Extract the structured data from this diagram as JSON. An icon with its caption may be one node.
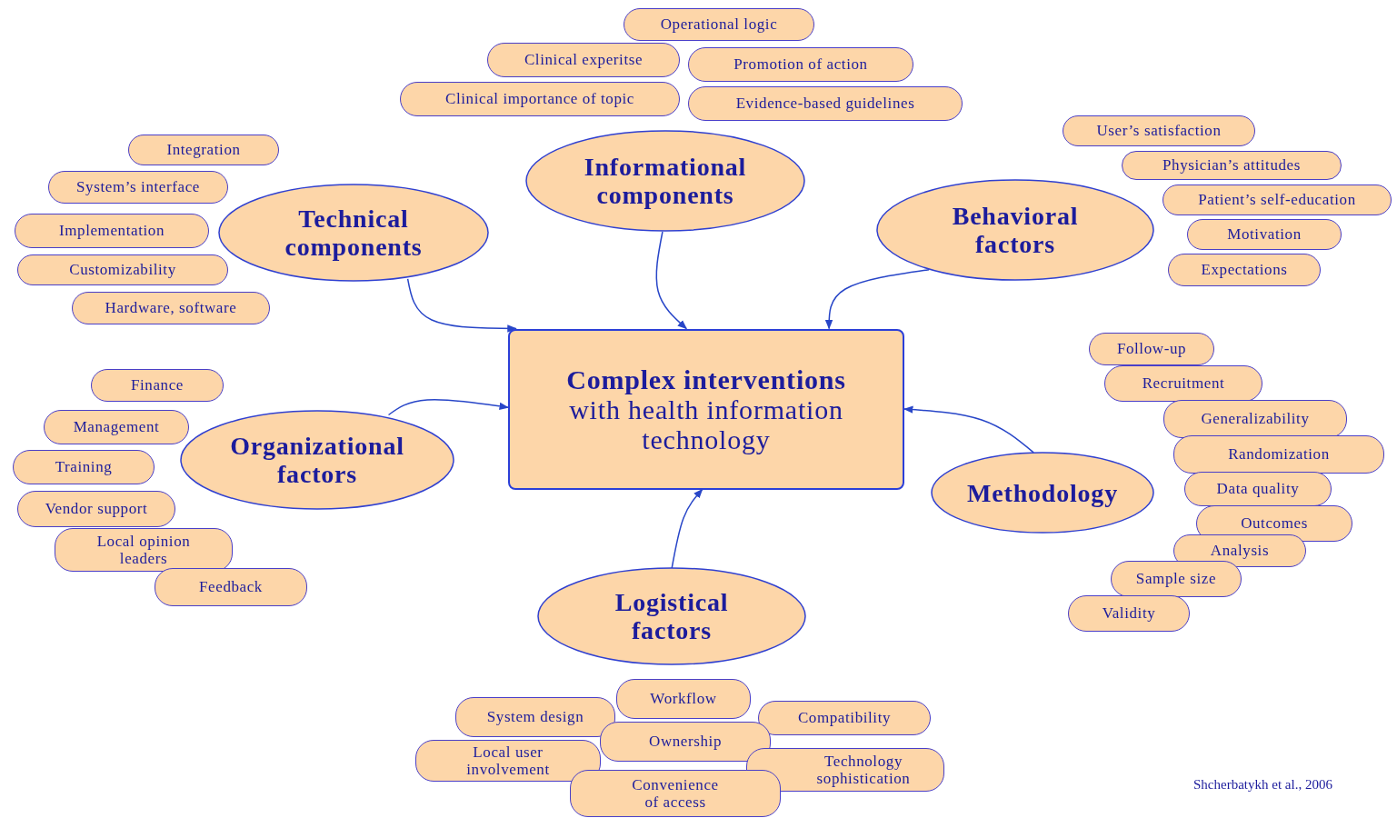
{
  "diagram": {
    "nodes": [
      {
        "text": [
          "Complex interventions",
          "with health information technology"
        ]
      },
      {
        "text": [
          "Informational components"
        ]
      },
      {
        "text": [
          "Technical components"
        ]
      },
      {
        "text": [
          "Behavioral factors"
        ]
      },
      {
        "text": [
          "Organizational factors"
        ]
      },
      {
        "text": [
          "Methodology"
        ]
      },
      {
        "text": [
          "Logistical factors"
        ]
      },
      {
        "text": [
          "Operational logic"
        ]
      },
      {
        "text": [
          "Clinical experitse"
        ]
      },
      {
        "text": [
          "Promotion of action"
        ]
      },
      {
        "text": [
          "Clinical importance of topic"
        ]
      },
      {
        "text": [
          "Evidence-based guidelines"
        ]
      },
      {
        "text": [
          "Integration"
        ]
      },
      {
        "text": [
          "System’s interface"
        ]
      },
      {
        "text": [
          "Implementation"
        ]
      },
      {
        "text": [
          "Customizability"
        ]
      },
      {
        "text": [
          "Hardware, software"
        ]
      },
      {
        "text": [
          "User’s satisfaction"
        ]
      },
      {
        "text": [
          "Physician’s attitudes"
        ]
      },
      {
        "text": [
          "Patient’s self-education"
        ]
      },
      {
        "text": [
          "Motivation"
        ]
      },
      {
        "text": [
          "Expectations"
        ]
      },
      {
        "text": [
          "Finance"
        ]
      },
      {
        "text": [
          "Management"
        ]
      },
      {
        "text": [
          "Training"
        ]
      },
      {
        "text": [
          "Vendor support"
        ]
      },
      {
        "text": [
          "Local opinion leaders"
        ]
      },
      {
        "text": [
          "Feedback"
        ]
      },
      {
        "text": [
          "Follow-up"
        ]
      },
      {
        "text": [
          "Recruitment"
        ]
      },
      {
        "text": [
          "Generalizability"
        ]
      },
      {
        "text": [
          "Randomization"
        ]
      },
      {
        "text": [
          "Data quality"
        ]
      },
      {
        "text": [
          "Outcomes"
        ]
      },
      {
        "text": [
          "Analysis"
        ]
      },
      {
        "text": [
          "Sample size"
        ]
      },
      {
        "text": [
          "Validity"
        ]
      },
      {
        "text": [
          "Workflow"
        ]
      },
      {
        "text": [
          "System design"
        ]
      },
      {
        "text": [
          "Compatibility"
        ]
      },
      {
        "text": [
          "Ownership"
        ]
      },
      {
        "text": [
          "Local user involvement"
        ]
      },
      {
        "text": [
          "Technology sophistication"
        ]
      },
      {
        "text": [
          "Convenience of access"
        ]
      }
    ],
    "edges": [
      {
        "from": 2,
        "to": 0,
        "arrow": "to"
      },
      {
        "from": 1,
        "to": 0,
        "arrow": "to"
      },
      {
        "from": 3,
        "to": 0,
        "arrow": "to"
      },
      {
        "from": 4,
        "to": 0,
        "arrow": "to"
      },
      {
        "from": 5,
        "to": 0,
        "arrow": "to"
      },
      {
        "from": 6,
        "to": 0,
        "arrow": "to"
      }
    ],
    "labels": [
      "Shcherbatykh et al., 2006"
    ]
  }
}
